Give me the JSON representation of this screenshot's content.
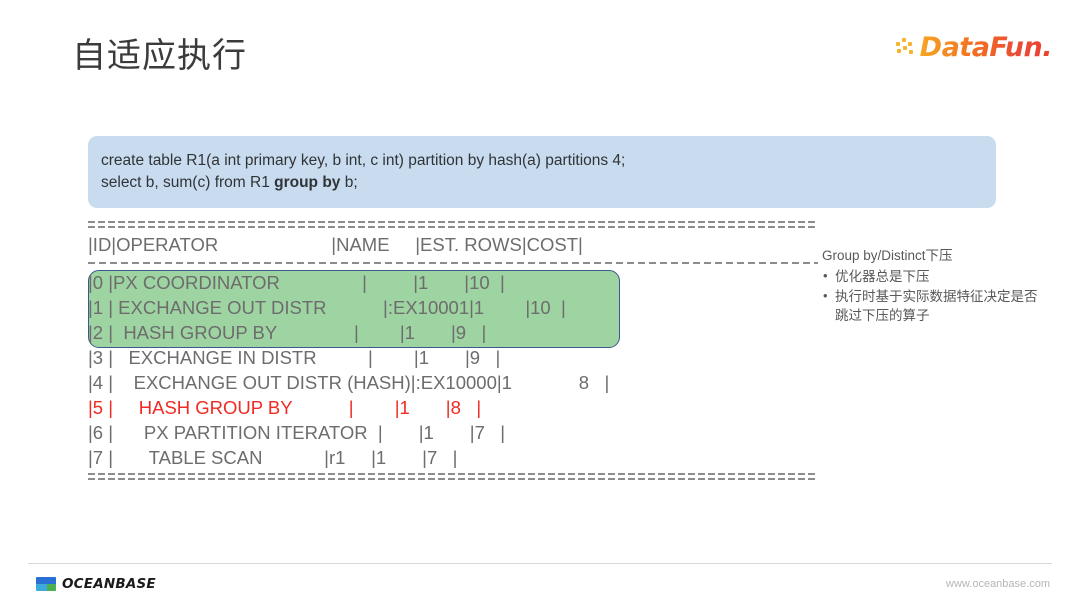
{
  "slide": {
    "title": "自适应执行"
  },
  "brand": {
    "name": "DataFun.",
    "dots_icon": "datafun-dots-icon",
    "accent_start": "#f6a623",
    "accent_end": "#e8402f"
  },
  "sql_block": {
    "background": "#c9dbef",
    "line1": "create table R1(a int primary key, b int, c int) partition by hash(a) partitions 4;",
    "line2_pre": "select b, sum(c) from R1 ",
    "line2_bold": "group by",
    "line2_post": " b;"
  },
  "plan": {
    "header": "|ID|OPERATOR                      |NAME     |EST. ROWS|COST|",
    "rows": [
      {
        "text": "|0 |PX COORDINATOR                |         |1       |10  |",
        "color": "gray",
        "highlighted": false
      },
      {
        "text": "|1 | EXCHANGE OUT DISTR           |:EX10001|1        |10  |",
        "color": "gray",
        "highlighted": false
      },
      {
        "text": "|2 |  HASH GROUP BY               |        |1       |9   |",
        "color": "gray",
        "highlighted": false
      },
      {
        "text": "|3 |   EXCHANGE IN DISTR          |        |1       |9   |",
        "color": "gray",
        "highlighted": true
      },
      {
        "text": "|4 |    EXCHANGE OUT DISTR (HASH)|:EX10000|1             8   |",
        "color": "gray",
        "highlighted": true
      },
      {
        "text": "|5 |     HASH GROUP BY           |        |1       |8   |",
        "color": "red",
        "highlighted": true
      },
      {
        "text": "|6 |      PX PARTITION ITERATOR  |       |1       |7   |",
        "color": "gray",
        "highlighted": false
      },
      {
        "text": "|7 |       TABLE SCAN            |r1     |1       |7   |",
        "color": "gray",
        "highlighted": false
      }
    ],
    "highlight_fill": "#9ed3a2",
    "highlight_border": "#3a5a8c",
    "red_text_color": "#ef2b24"
  },
  "note": {
    "title": "Group by/Distinct下压",
    "bullets": [
      "优化器总是下压",
      "执行时基于实际数据特征决定是否跳过下压的算子"
    ]
  },
  "footer": {
    "logo_text": "OCEANBASE",
    "logo_icon": "oceanbase-mark-icon",
    "url": "www.oceanbase.com"
  }
}
